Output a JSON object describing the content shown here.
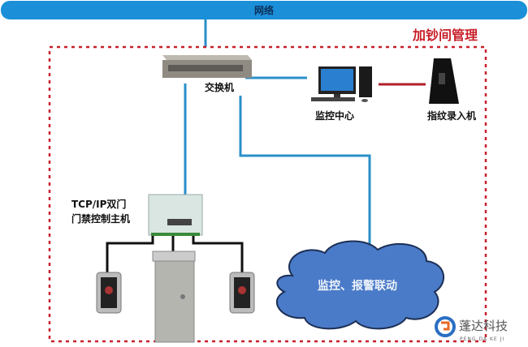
{
  "network": {
    "label": "网络"
  },
  "zone": {
    "title": "加钞间管理"
  },
  "nodes": {
    "switch": "交换机",
    "monitor_center": "监控中心",
    "fingerprint_enroll": "指纹录入机",
    "controller_line1": "TCP/IP双门",
    "controller_line2": "门禁控制主机",
    "cloud": "监控、报警联动"
  },
  "watermark": {
    "name": "蓬达科技",
    "pinyin": "PENG DA KE JI"
  },
  "colors": {
    "network": "#1b8fd8",
    "link": "#2a8fc9",
    "zone": "#c8202a",
    "cloud": "#4a7bc8",
    "wire": "#111111"
  }
}
